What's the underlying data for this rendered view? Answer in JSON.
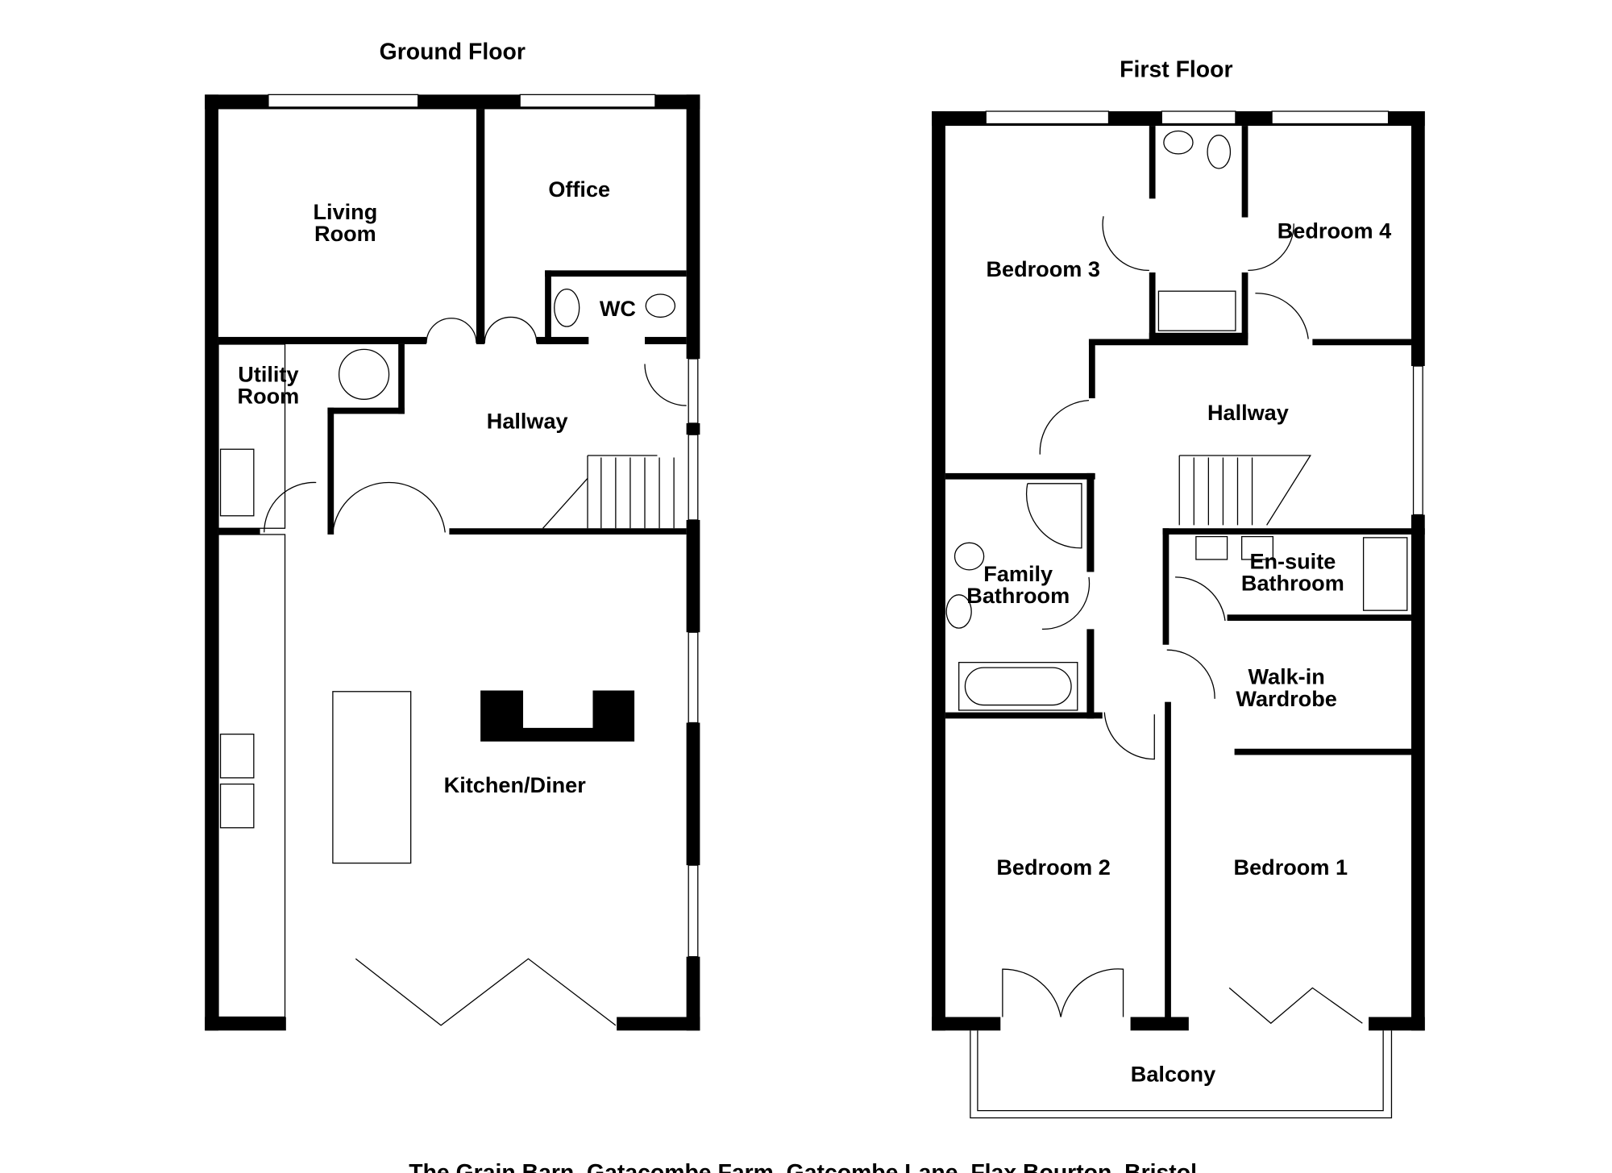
{
  "titles": {
    "ground": "Ground Floor",
    "first": "First Floor"
  },
  "address": "The Grain Barn, Gatacombe Farm, Gatcombe Lane, Flax Bourton, Bristol",
  "ground_rooms": {
    "living1": "Living",
    "living2": "Room",
    "office": "Office",
    "wc": "WC",
    "utility1": "Utility",
    "utility2": "Room",
    "hallway": "Hallway",
    "kitchen": "Kitchen/Diner"
  },
  "first_rooms": {
    "bedroom3": "Bedroom 3",
    "bedroom4": "Bedroom 4",
    "hallway": "Hallway",
    "family1": "Family",
    "family2": "Bathroom",
    "ensuite1": "En-suite",
    "ensuite2": "Bathroom",
    "walkin1": "Walk-in",
    "walkin2": "Wardrobe",
    "bedroom2": "Bedroom 2",
    "bedroom1": "Bedroom 1",
    "balcony": "Balcony"
  }
}
